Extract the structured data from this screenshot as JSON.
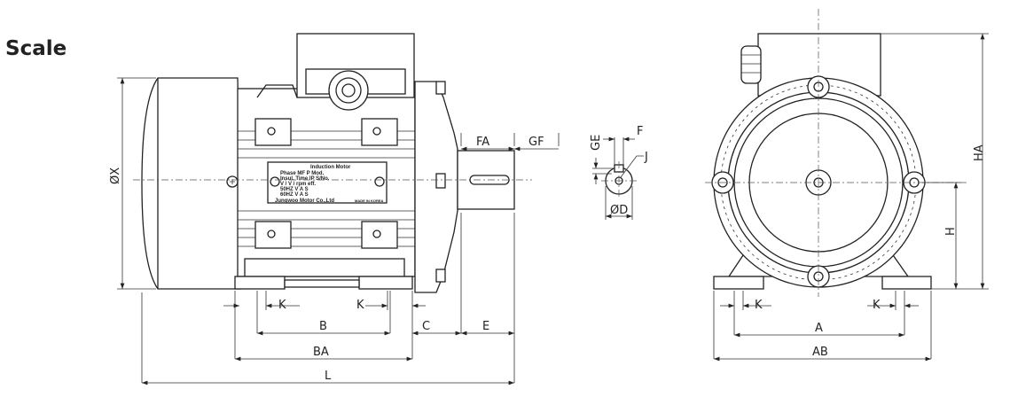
{
  "title": "Scale",
  "side_view": {
    "labels": {
      "OX": "ØX",
      "K1": "K",
      "K2": "K",
      "B": "B",
      "C": "C",
      "E": "E",
      "BA": "BA",
      "L": "L",
      "FA": "FA",
      "GF": "GF"
    },
    "nameplate": {
      "title": "Induction  Motor",
      "row1": "Phase          MF    P Mod.",
      "row2": "Insul.  Time     IP     S/No.",
      "row3": "V        / V       /      rpm    eff.",
      "row4": "50HZ      V           A          S",
      "row5": "60HZ      V           A          S",
      "maker": "Jungwoo Motor Co.,Ltd",
      "origin": "MADE IN KOREA"
    }
  },
  "shaft_section": {
    "labels": {
      "GE": "GE",
      "F": "F",
      "J": "J",
      "OD": "ØD"
    }
  },
  "end_view": {
    "labels": {
      "HA": "HA",
      "H": "H",
      "K1": "K",
      "K2": "K",
      "A": "A",
      "AB": "AB"
    }
  }
}
